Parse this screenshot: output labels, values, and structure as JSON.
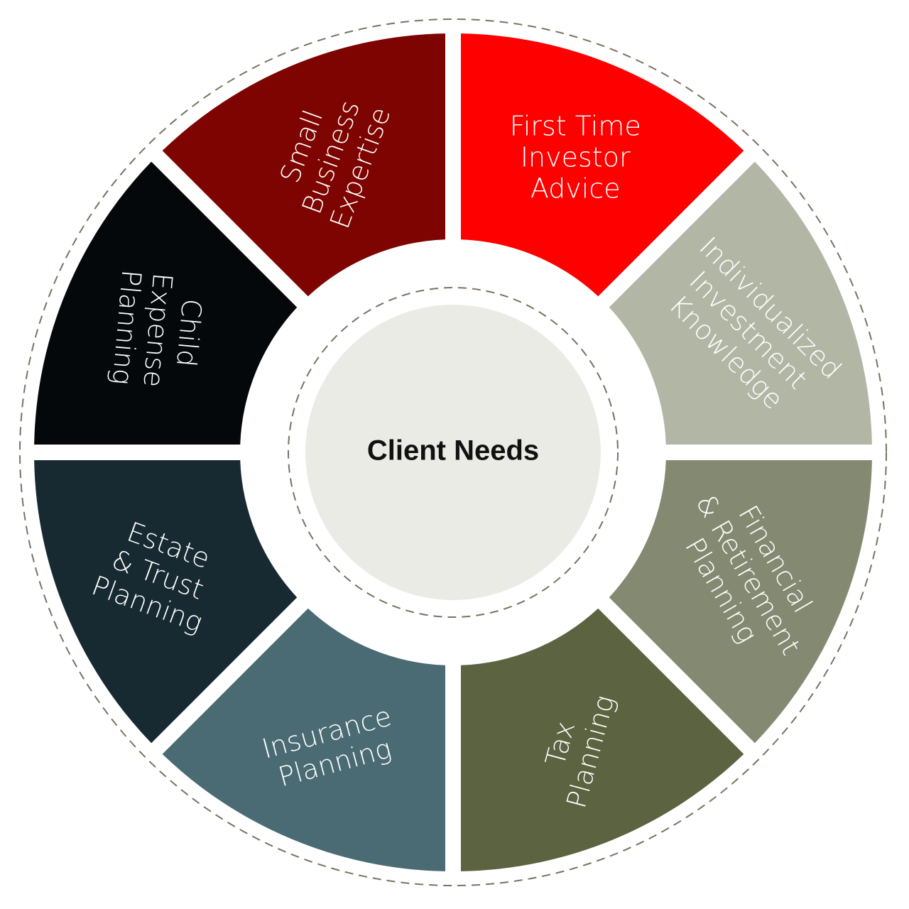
{
  "center": {
    "label": "Client Needs",
    "fill": "#ebebe6",
    "dash_color": "#7a7262"
  },
  "outer_ring": {
    "dash_color": "#7a7262"
  },
  "segments": [
    {
      "lines": [
        "First Time",
        "Investor",
        "Advice"
      ],
      "color": "#ff0000"
    },
    {
      "lines": [
        "Individualized",
        "Investment",
        "Knowledge"
      ],
      "color": "#b2b6a5"
    },
    {
      "lines": [
        "Financial",
        "& Retirement",
        "Planning"
      ],
      "color": "#848a72"
    },
    {
      "lines": [
        "Tax",
        "Planning"
      ],
      "color": "#5b6341"
    },
    {
      "lines": [
        "Insurance",
        "Planning"
      ],
      "color": "#4a6b73"
    },
    {
      "lines": [
        "Estate",
        "& Trust",
        "Planning"
      ],
      "color": "#172a31"
    },
    {
      "lines": [
        "Child",
        "Expense",
        "Planning"
      ],
      "color": "#05080a"
    },
    {
      "lines": [
        "Small",
        "Business",
        "Expertise"
      ],
      "color": "#7d0400"
    }
  ]
}
